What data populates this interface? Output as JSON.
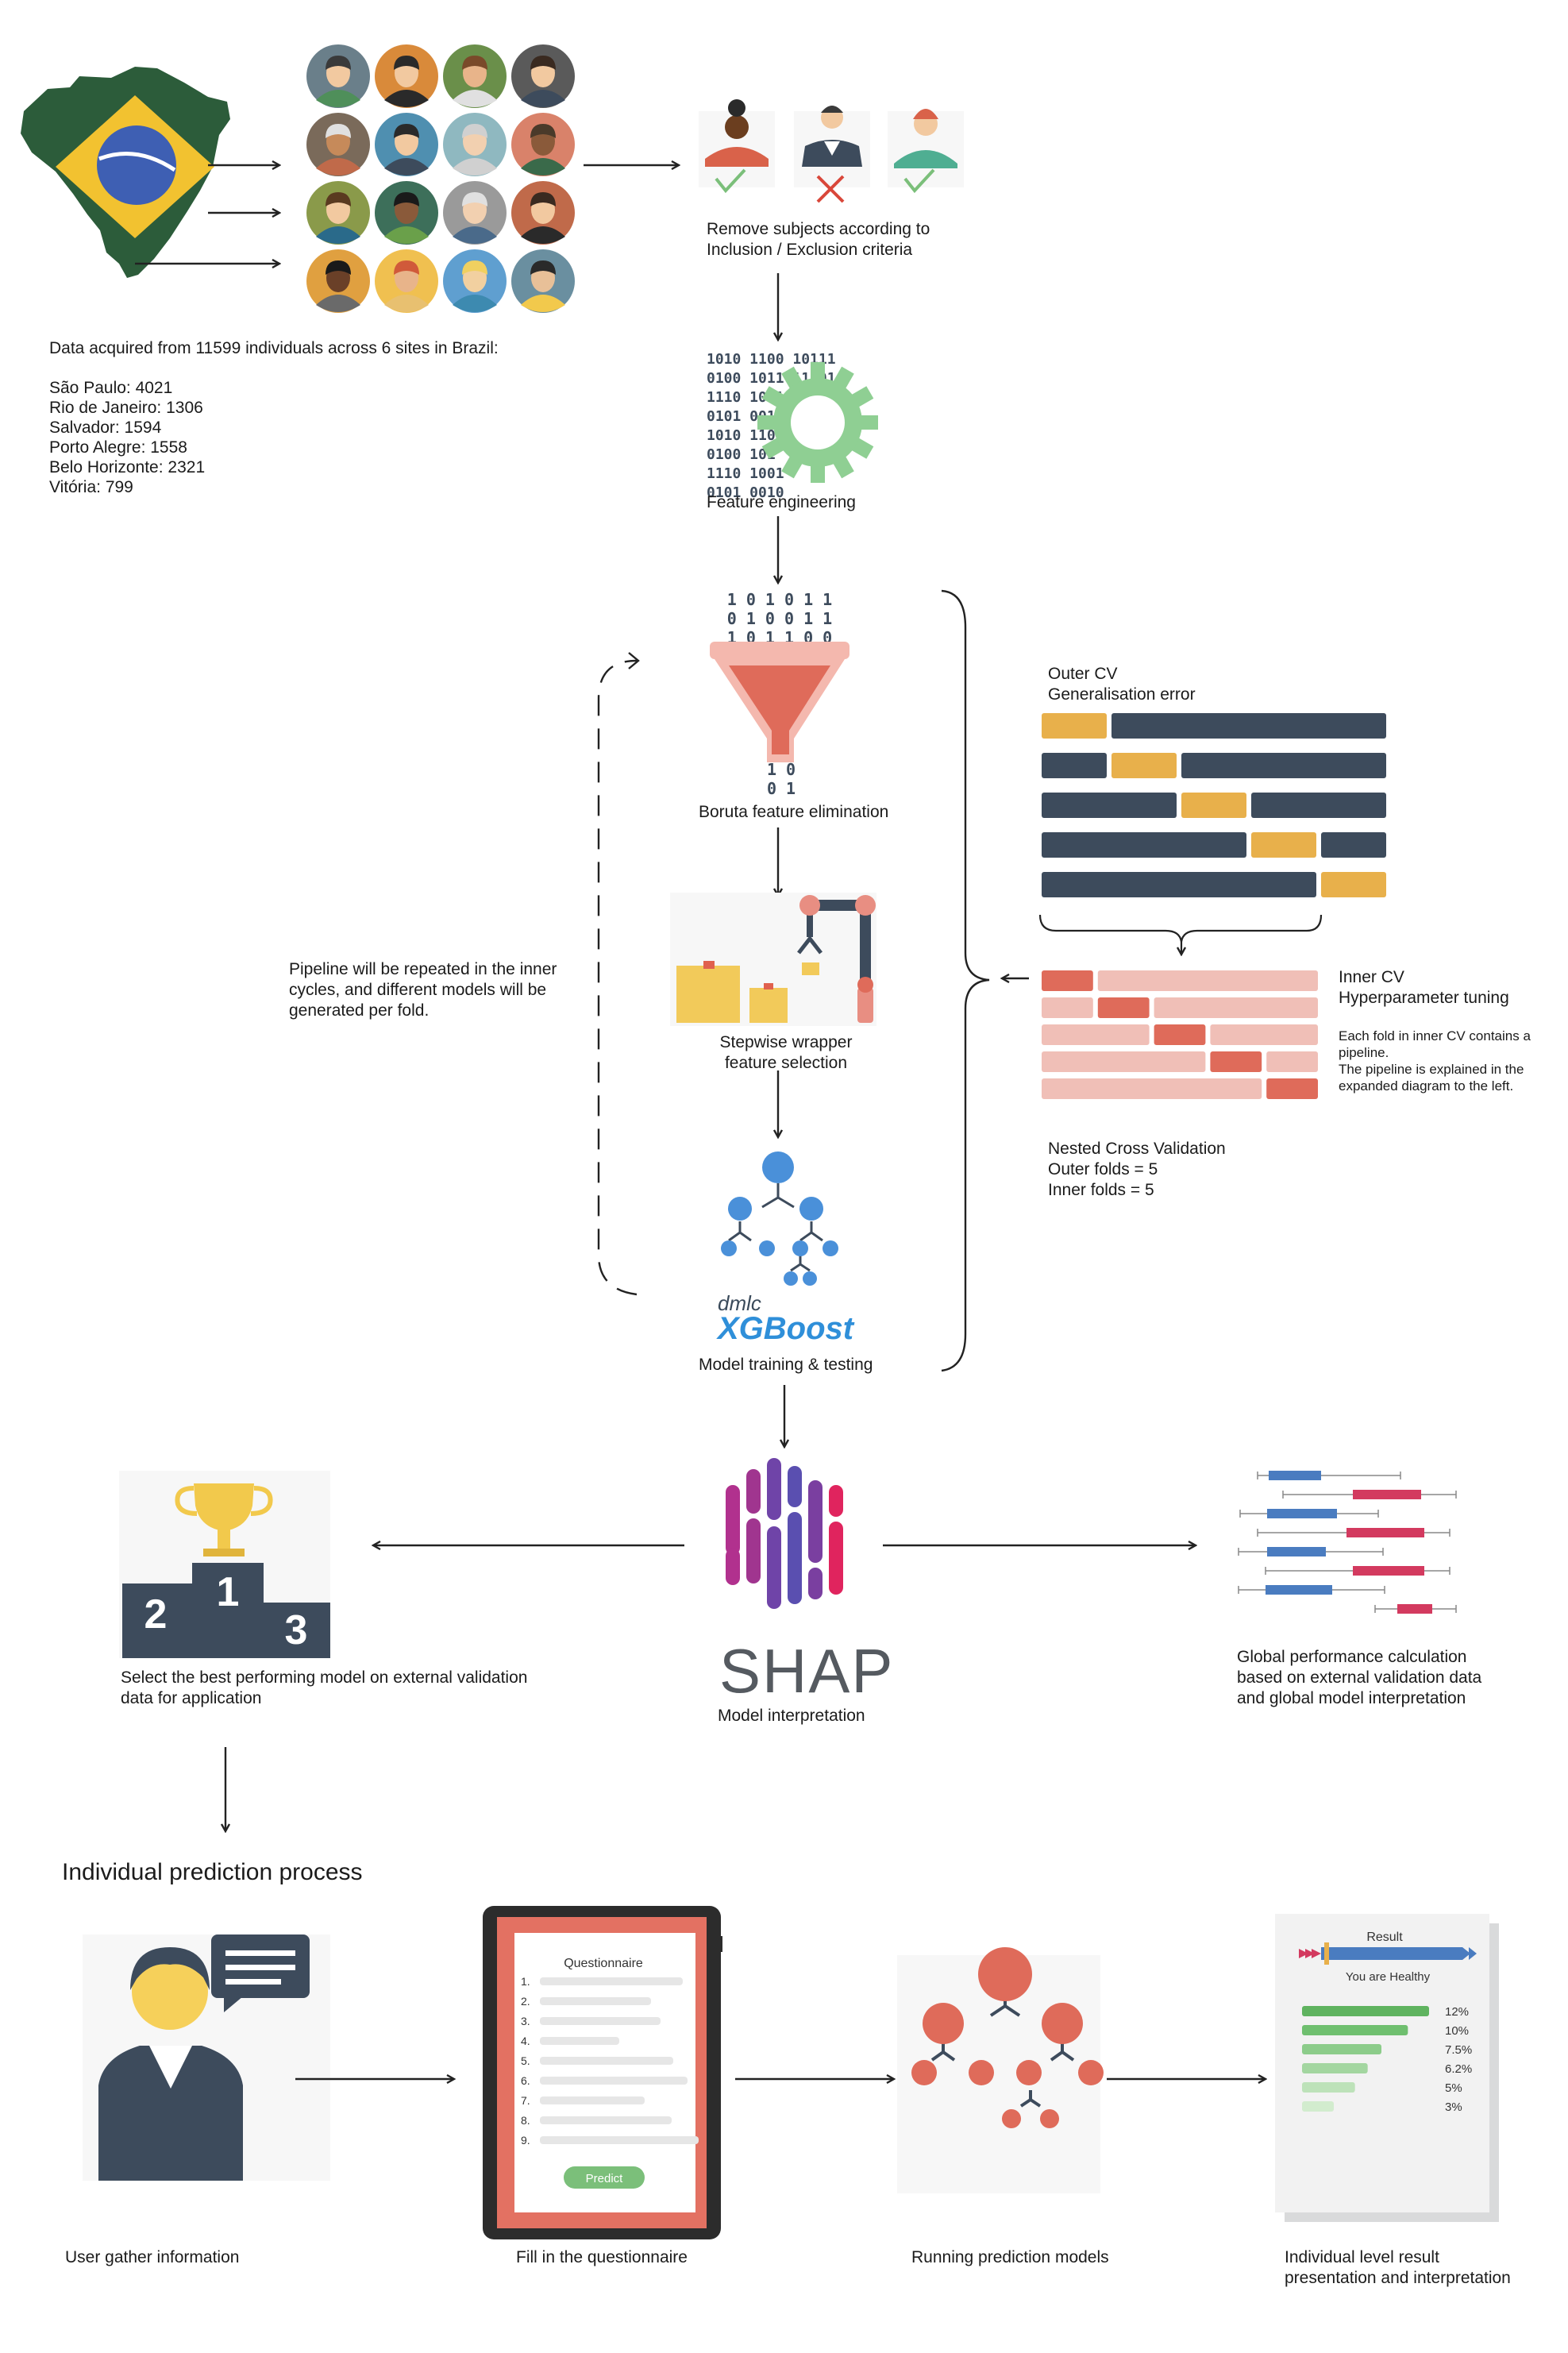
{
  "data_acquisition": {
    "summary": "Data acquired from 11599 individuals across 6 sites in Brazil:",
    "sites": [
      "São Paulo: 4021",
      "Rio de Janeiro: 1306",
      "Salvador: 1594",
      "Porto Alegre: 1558",
      "Belo Horizonte: 2321",
      "Vitória: 799"
    ]
  },
  "steps": {
    "remove_subjects": "Remove subjects according to\nInclusion / Exclusion criteria",
    "feature_engineering": "Feature engineering",
    "boruta": "Boruta feature elimination",
    "stepwise": "Stepwise wrapper\nfeature selection",
    "model_training": "Model training & testing",
    "model_interpretation": "Model interpretation",
    "select_best": "Select the best performing model on external validation\ndata for application",
    "global_performance": "Global performance calculation\nbased on external validation data\nand global model interpretation"
  },
  "binary_feature": [
    "1010 1100 10111",
    "0100 1011 11001",
    "1110 1001",
    "0101 0010",
    "1010 110",
    "0100 101",
    "1110 1001",
    "0101 0010"
  ],
  "binary_funnel_top": [
    "1 0 1 0 1 1",
    "0 1 0 0 1 1",
    "1 0 1 1 0 0"
  ],
  "binary_funnel_bottom": [
    "1 0",
    "0 1"
  ],
  "pipeline_note": "Pipeline will be repeated in the inner\ncycles, and different models will be\ngenerated per fold.",
  "cv": {
    "outer_title": "Outer CV\nGeneralisation error",
    "inner_title": "Inner CV\nHyperparameter tuning",
    "inner_note": "Each fold in inner CV contains a\npipeline.\nThe pipeline is explained in the\nexpanded diagram to the left.",
    "nested": "Nested Cross Validation\nOuter folds = 5\nInner folds = 5"
  },
  "xgboost": {
    "dmlc": "dmlc",
    "name": "XGBoost"
  },
  "shap_logo": "SHAP",
  "podium": [
    "2",
    "1",
    "3"
  ],
  "individual": {
    "title": "Individual prediction process",
    "user": "User gather information",
    "fill": "Fill in the questionnaire",
    "running": "Running prediction models",
    "result": "Individual level result\npresentation and interpretation"
  },
  "questionnaire": {
    "title": "Questionnaire",
    "items": [
      "1.",
      "2.",
      "3.",
      "4.",
      "5.",
      "6.",
      "7.",
      "8.",
      "9."
    ],
    "button": "Predict"
  },
  "result_card": {
    "title": "Result",
    "status": "You are Healthy",
    "bars": [
      {
        "label": "12%",
        "value": 12
      },
      {
        "label": "10%",
        "value": 10
      },
      {
        "label": "7.5%",
        "value": 7.5
      },
      {
        "label": "6.2%",
        "value": 6.2
      },
      {
        "label": "5%",
        "value": 5
      },
      {
        "label": "3%",
        "value": 3
      }
    ]
  },
  "colors": {
    "navy": "#3d4b5c",
    "amber": "#e8b04b",
    "coral": "#df6b5a",
    "salmon": "#f0bfb7",
    "green": "#7bbf7a",
    "blue": "#4a7cc0",
    "crimson": "#d33a5f"
  }
}
